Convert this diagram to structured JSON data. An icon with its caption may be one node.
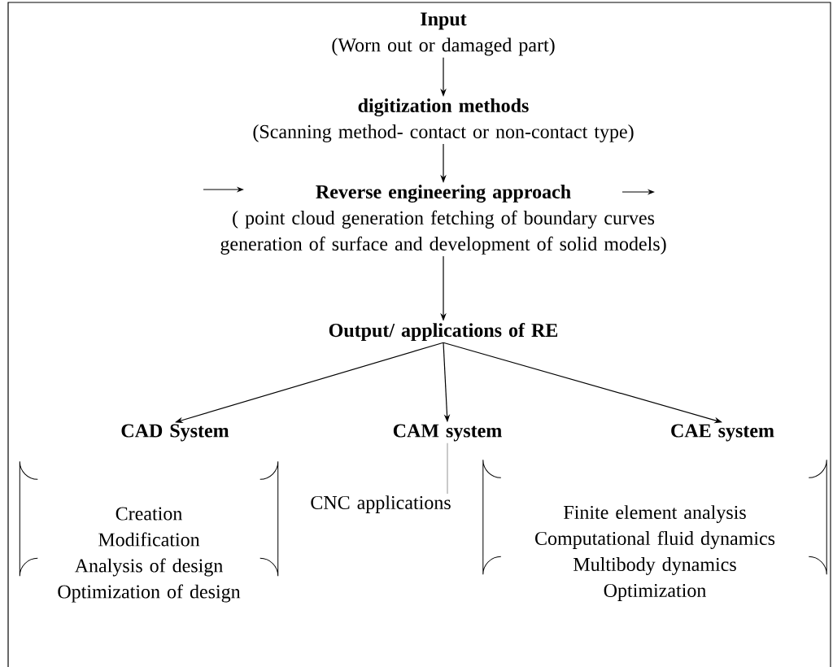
{
  "diagram": {
    "nodes": [
      {
        "text": [
          "Input",
          "(Worn out or damaged part)"
        ]
      },
      {
        "text": [
          "digitization methods",
          "(Scanning method- contact or non-contact type)"
        ]
      },
      {
        "text": [
          "Reverse engineering approach",
          "( point cloud generation fetching of boundary curves generation of surface and development of solid models)"
        ]
      },
      {
        "text": [
          "Output/ applications of RE"
        ]
      },
      {
        "text": [
          "CAD System"
        ]
      },
      {
        "text": [
          "CAM system"
        ]
      },
      {
        "text": [
          "CAE system"
        ]
      },
      {
        "text": [
          "Creation",
          "Modification",
          "Analysis of design",
          "Optimization of design"
        ]
      },
      {
        "text": [
          "CNC applications"
        ]
      },
      {
        "text": [
          "Finite element analysis",
          "Computational fluid dynamics",
          "Multibody dynamics",
          "Optimization"
        ]
      }
    ],
    "edges": [
      {
        "from": 0,
        "to": 1,
        "arrow": "to"
      },
      {
        "from": 1,
        "to": 2,
        "arrow": "to"
      },
      {
        "from": 2,
        "to": 3,
        "arrow": "to"
      },
      {
        "from": 3,
        "to": 4,
        "arrow": "to"
      },
      {
        "from": 3,
        "to": 5,
        "arrow": "to"
      },
      {
        "from": 3,
        "to": 6,
        "arrow": "to"
      },
      {
        "from": 5,
        "to": 8,
        "arrow": "none",
        "color": "#a6a6a6"
      }
    ]
  }
}
